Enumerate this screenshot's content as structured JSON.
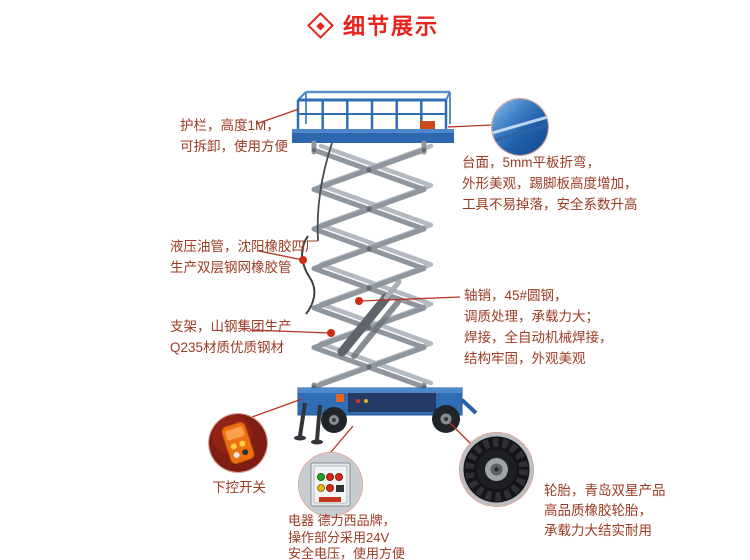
{
  "page": {
    "title": "细节展示",
    "colors": {
      "title_red": "#e8231c",
      "annotation_text": "#9c3b22",
      "leader_line": "#b5331f",
      "callout_dot": "#cf2c18",
      "lift_blue": "#2f6db5",
      "scissor_gray": "#8f969e"
    },
    "icons": {
      "title_bullet": "diamond-icon"
    }
  },
  "callouts": {
    "guardrail": {
      "lines": [
        "护栏，高度1M，",
        "可拆卸，使用方便"
      ]
    },
    "platform": {
      "photo": "platform-edge-photo",
      "lines": [
        "台面，5mm平板折弯，",
        "外形美观，踢脚板高度增加，",
        "工具不易掉落，安全系数升高"
      ]
    },
    "hose": {
      "lines": [
        "液压油管，沈阳橡胶四厂",
        "生产双层钢网橡胶管"
      ]
    },
    "support": {
      "lines": [
        "支架，山钢集团生产",
        "Q235材质优质钢材"
      ]
    },
    "pin": {
      "lines": [
        "轴销，45#圆钢，",
        "调质处理，承载力大；",
        "焊接，全自动机械焊接，",
        "结构牢固，外观美观"
      ]
    },
    "remote": {
      "photo": "remote-control-photo",
      "lines": [
        "下控开关"
      ]
    },
    "electric": {
      "photo": "electric-control-box-photo",
      "lines": [
        "电器 德力西品牌，",
        "操作部分采用24V",
        "安全电压，使用方便"
      ]
    },
    "tire": {
      "photo": "tire-photo",
      "lines": [
        "轮胎，青岛双星产品",
        "高品质橡胶轮胎，",
        "承载力大结实耐用"
      ]
    }
  }
}
